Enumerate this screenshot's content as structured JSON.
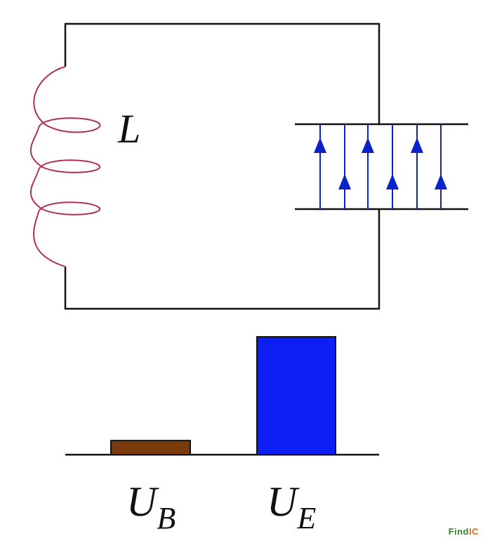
{
  "diagram": {
    "inductor_label": "L",
    "bars": [
      {
        "symbol": "U",
        "subscript": "B",
        "energy": 0.12,
        "color": "#7a3b0c"
      },
      {
        "symbol": "U",
        "subscript": "E",
        "energy": 1.0,
        "color": "#0b1ff5"
      }
    ],
    "field_direction": "up",
    "colors": {
      "wire": "#111111",
      "coil": "#b0305a",
      "field_lines": "#0a22c8"
    }
  },
  "watermark": {
    "part1": "Find",
    "part2": "IC"
  }
}
